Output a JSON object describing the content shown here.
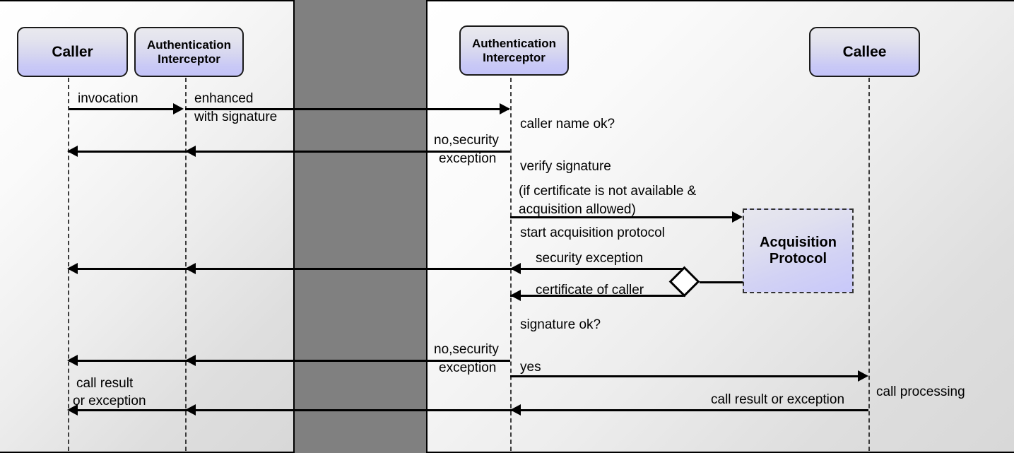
{
  "diagram": {
    "title": "Authentication Interceptor sequence diagram",
    "type": "uml-sequence-diagram",
    "colors": {
      "gap_background": "#808080",
      "panel_background": "#ededed",
      "lifebox_fill_top": "#e9e9ee",
      "lifebox_fill_bottom": "#c3c3f8",
      "stroke": "#000000"
    }
  },
  "left_panel": {
    "lifelines": [
      {
        "name": "caller",
        "label": "Caller"
      },
      {
        "name": "authentication-interceptor",
        "label": "Authentication\nInterceptor"
      }
    ],
    "labels": {
      "invocation": "invocation",
      "enhanced_line1": "enhanced",
      "enhanced_line2": "with signature",
      "call_result_line1": "call result",
      "call_result_line2": "or exception"
    }
  },
  "right_panel": {
    "lifelines": [
      {
        "name": "authentication-interceptor",
        "label": "Authentication\nInterceptor"
      },
      {
        "name": "callee",
        "label": "Callee"
      }
    ],
    "fragment": {
      "name": "acquisition-protocol",
      "label": "Acquisition\nProtocol"
    },
    "labels": {
      "caller_name_ok": "caller name ok?",
      "no_security_1_line1": "no,security",
      "no_security_1_line2": "exception",
      "verify_signature": "verify signature",
      "condition_line1": "(if certificate is not available &",
      "condition_line2": "acquisition allowed)",
      "start_acquisition": "start acquisition protocol",
      "security_exception": "security exception",
      "certificate_of_caller": "certificate of caller",
      "signature_ok": "signature ok?",
      "no_security_2_line1": "no,security",
      "no_security_2_line2": "exception",
      "yes": "yes",
      "call_result_or_exception": "call result or exception",
      "call_processing": "call processing"
    }
  }
}
